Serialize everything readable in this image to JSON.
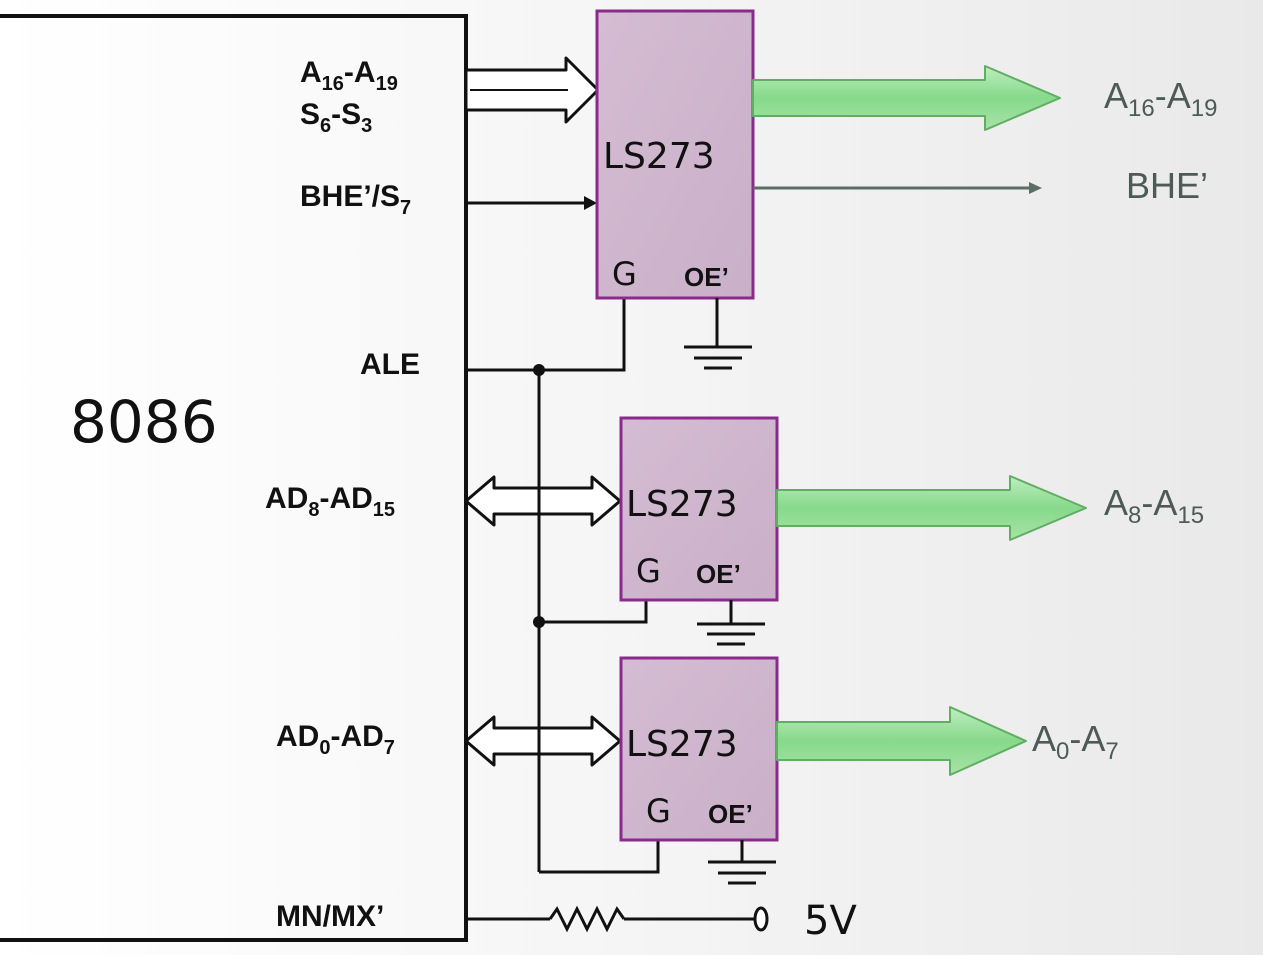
{
  "cpu": {
    "label": "8086"
  },
  "pins": {
    "a16": {
      "t1": "A",
      "s1": "16",
      "t2": "-A",
      "s2": "19"
    },
    "s6": {
      "t1": "S",
      "s1": "6",
      "t2": "-S",
      "s2": "3"
    },
    "bhe": {
      "t1": "BHE’/S",
      "s1": "7"
    },
    "ale": "ALE",
    "ad8": {
      "t1": "AD",
      "s1": "8",
      "t2": "-AD",
      "s2": "15"
    },
    "ad0": {
      "t1": "AD",
      "s1": "0",
      "t2": "-AD",
      "s2": "7"
    },
    "mnmx": "MN/MX’"
  },
  "latches": [
    {
      "part": "LS273",
      "g": "G",
      "oe": "OE’"
    },
    {
      "part": "LS273",
      "g": "G",
      "oe": "OE’"
    },
    {
      "part": "LS273",
      "g": "G",
      "oe": "OE’"
    }
  ],
  "outputs": {
    "a16": {
      "t1": "A",
      "s1": "16",
      "t2": "-A",
      "s2": "19"
    },
    "bhe": "BHE’",
    "a8": {
      "t1": "A",
      "s1": "8",
      "t2": "-A",
      "s2": "15"
    },
    "a0": {
      "t1": "A",
      "s1": "0",
      "t2": "-A",
      "s2": "7"
    }
  },
  "supply": {
    "label": "5V"
  },
  "colors": {
    "latch_fill": "#cdb5cc",
    "latch_border": "#8a2a8a",
    "output_arrow": "#86d98a",
    "output_text": "#4e5a56"
  }
}
